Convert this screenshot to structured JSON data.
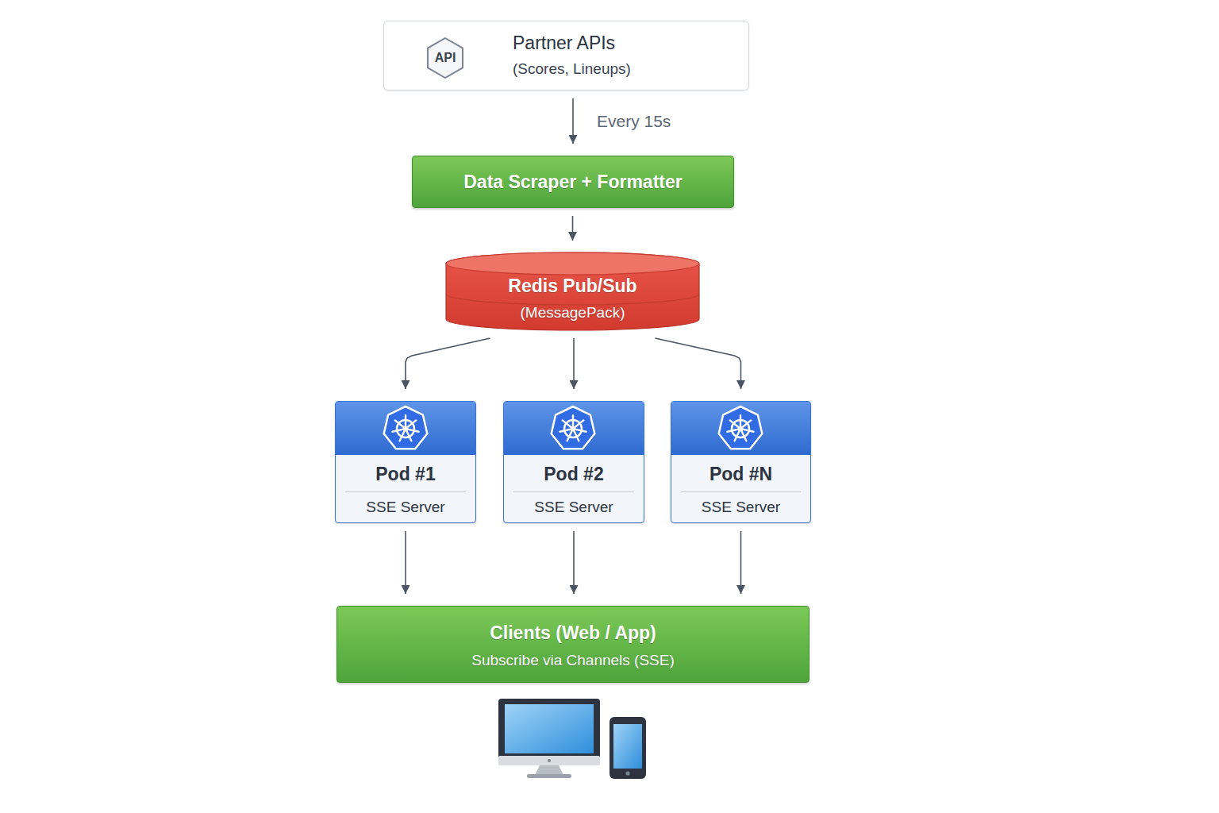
{
  "diagram": {
    "nodes": [
      {
        "text": [
          "Partner APIs",
          "(Scores, Lineups)"
        ]
      },
      {
        "text": [
          "API"
        ],
        "in": 0
      },
      {
        "text": [
          "Data Scraper + Formatter"
        ]
      },
      {
        "text": [
          "Redis Pub/Sub",
          "(MessagePack)"
        ]
      },
      {
        "text": [
          "Pod #1",
          "SSE Server"
        ]
      },
      {
        "text": [
          "Pod #2",
          "SSE Server"
        ]
      },
      {
        "text": [
          "Pod #N",
          "SSE Server"
        ]
      },
      {
        "text": [
          "Clients (Web / App)",
          "Subscribe via Channels (SSE)"
        ]
      }
    ],
    "edges": [
      {
        "from": 0,
        "to": 2,
        "arrow": "to",
        "label": "Every 15s"
      },
      {
        "from": 2,
        "to": 3,
        "arrow": "to"
      },
      {
        "from": 3,
        "to": 4,
        "arrow": "to"
      },
      {
        "from": 3,
        "to": 5,
        "arrow": "to"
      },
      {
        "from": 3,
        "to": 6,
        "arrow": "to"
      },
      {
        "from": 4,
        "to": 7,
        "arrow": "to"
      },
      {
        "from": 5,
        "to": 7,
        "arrow": "to"
      },
      {
        "from": 6,
        "to": 7,
        "arrow": "to"
      }
    ]
  }
}
